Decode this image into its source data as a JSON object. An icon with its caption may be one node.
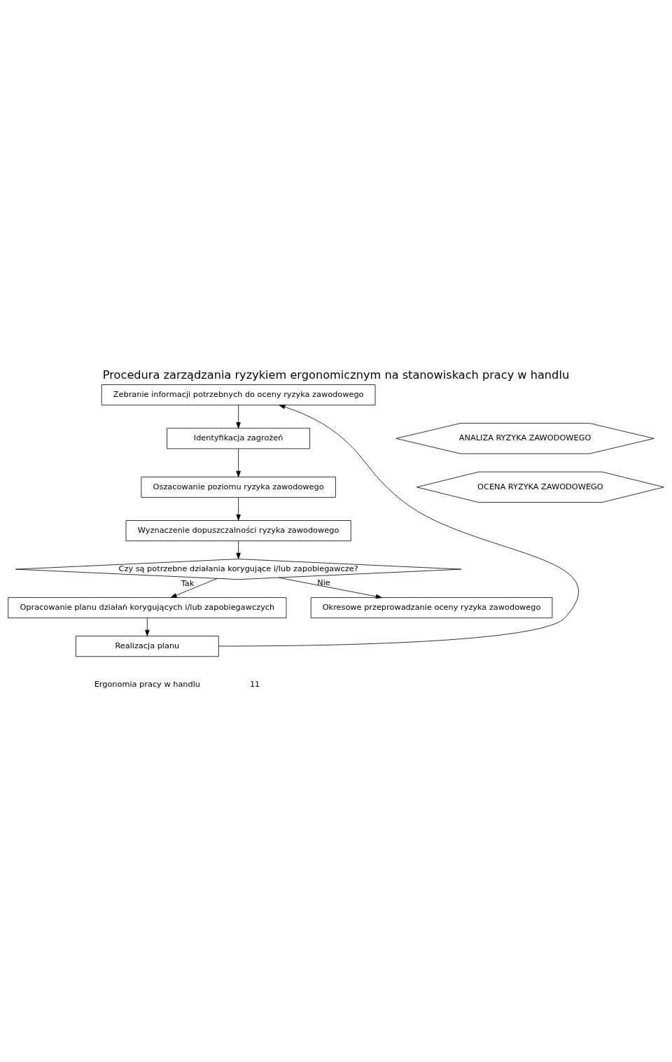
{
  "diagram": {
    "title": "Procedura zarządzania ryzykiem ergonomicznym na stanowiskach pracy w handlu",
    "nodes": [
      {
        "text": [
          "Zebranie informacji potrzebnych do oceny ryzyka zawodowego"
        ]
      },
      {
        "text": [
          "Identyfikacja zagrożeń"
        ]
      },
      {
        "text": [
          "Oszacowanie poziomu ryzyka zawodowego"
        ]
      },
      {
        "text": [
          "Wyznaczenie dopuszczalności ryzyka zawodowego"
        ]
      },
      {
        "text": [
          "Czy są potrzebne działania korygujące i/lub zapobiegawcze?"
        ]
      },
      {
        "text": [
          "Opracowanie planu działań korygujących i/lub zapobiegawczych"
        ]
      },
      {
        "text": [
          "Realizacja planu"
        ]
      },
      {
        "text": [
          "Okresowe przeprowadzanie oceny ryzyka zawodowego"
        ]
      },
      {
        "text": [
          "ANALIZA RYZYKA ZAWODOWEGO"
        ]
      },
      {
        "text": [
          "OCENA RYZYKA ZAWODOWEGO"
        ]
      }
    ],
    "edges": [
      {
        "from": 6,
        "to": 0,
        "arrow": "to"
      },
      {
        "from": 0,
        "to": 1,
        "arrow": "to"
      },
      {
        "from": 1,
        "to": 2,
        "arrow": "to"
      },
      {
        "from": 2,
        "to": 3,
        "arrow": "to"
      },
      {
        "from": 3,
        "to": 4,
        "arrow": "to"
      },
      {
        "from": 4,
        "to": 7,
        "label": "Nie",
        "arrow": "to"
      },
      {
        "from": 4,
        "to": 5,
        "label": "Tak",
        "arrow": "to"
      },
      {
        "from": 5,
        "to": 6,
        "arrow": "to"
      }
    ],
    "labels": [
      "Ergonomia pracy w handlu",
      "11"
    ]
  }
}
